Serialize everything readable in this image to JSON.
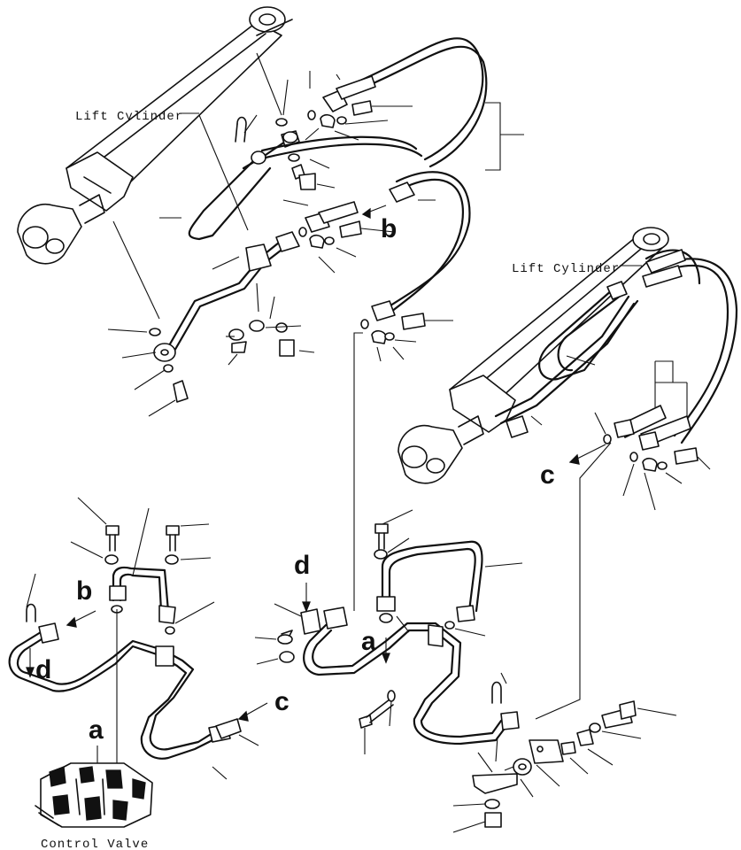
{
  "labels": {
    "lift_cylinder_left": "Lift Cylinder",
    "lift_cylinder_right": "Lift Cylinder",
    "control_valve": "Control Valve"
  },
  "refs": {
    "b_top": "b",
    "c_right": "c",
    "d_middle": "d",
    "b_left": "b",
    "d_left": "d",
    "a_middle": "a",
    "c_lower": "c",
    "a_lower": "a"
  }
}
